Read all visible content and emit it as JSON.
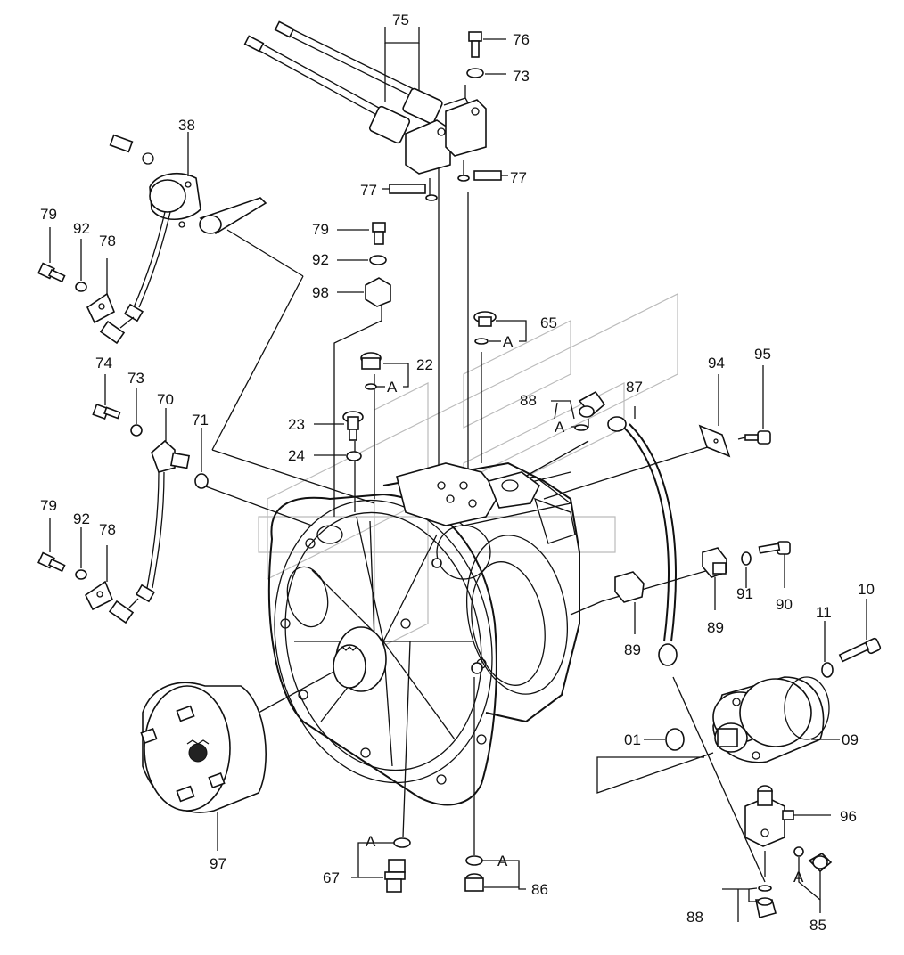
{
  "diagram": {
    "labels": {
      "p75": "75",
      "p76": "76",
      "p73a": "73",
      "p38": "38",
      "p77a": "77",
      "p77b": "77",
      "p79a": "79",
      "p92a": "92",
      "p78a": "78",
      "p79b": "79",
      "p92b": "92",
      "p98": "98",
      "p65": "65",
      "a65": "A",
      "p22": "22",
      "a22": "A",
      "p74": "74",
      "p73b": "73",
      "p70": "70",
      "p71": "71",
      "p23": "23",
      "p24": "24",
      "p88a": "88",
      "a88": "A",
      "p87": "87",
      "p94": "94",
      "p95": "95",
      "p79c": "79",
      "p92c": "92",
      "p78b": "78",
      "p89a": "89",
      "p91": "91",
      "p90": "90",
      "p89b": "89",
      "p11": "11",
      "p10": "10",
      "p01": "01",
      "p09": "09",
      "p96": "96",
      "p97": "97",
      "a67": "A",
      "p67": "67",
      "a86": "A",
      "p86": "86",
      "a85": "A",
      "p85": "85",
      "p88b": "88"
    }
  }
}
